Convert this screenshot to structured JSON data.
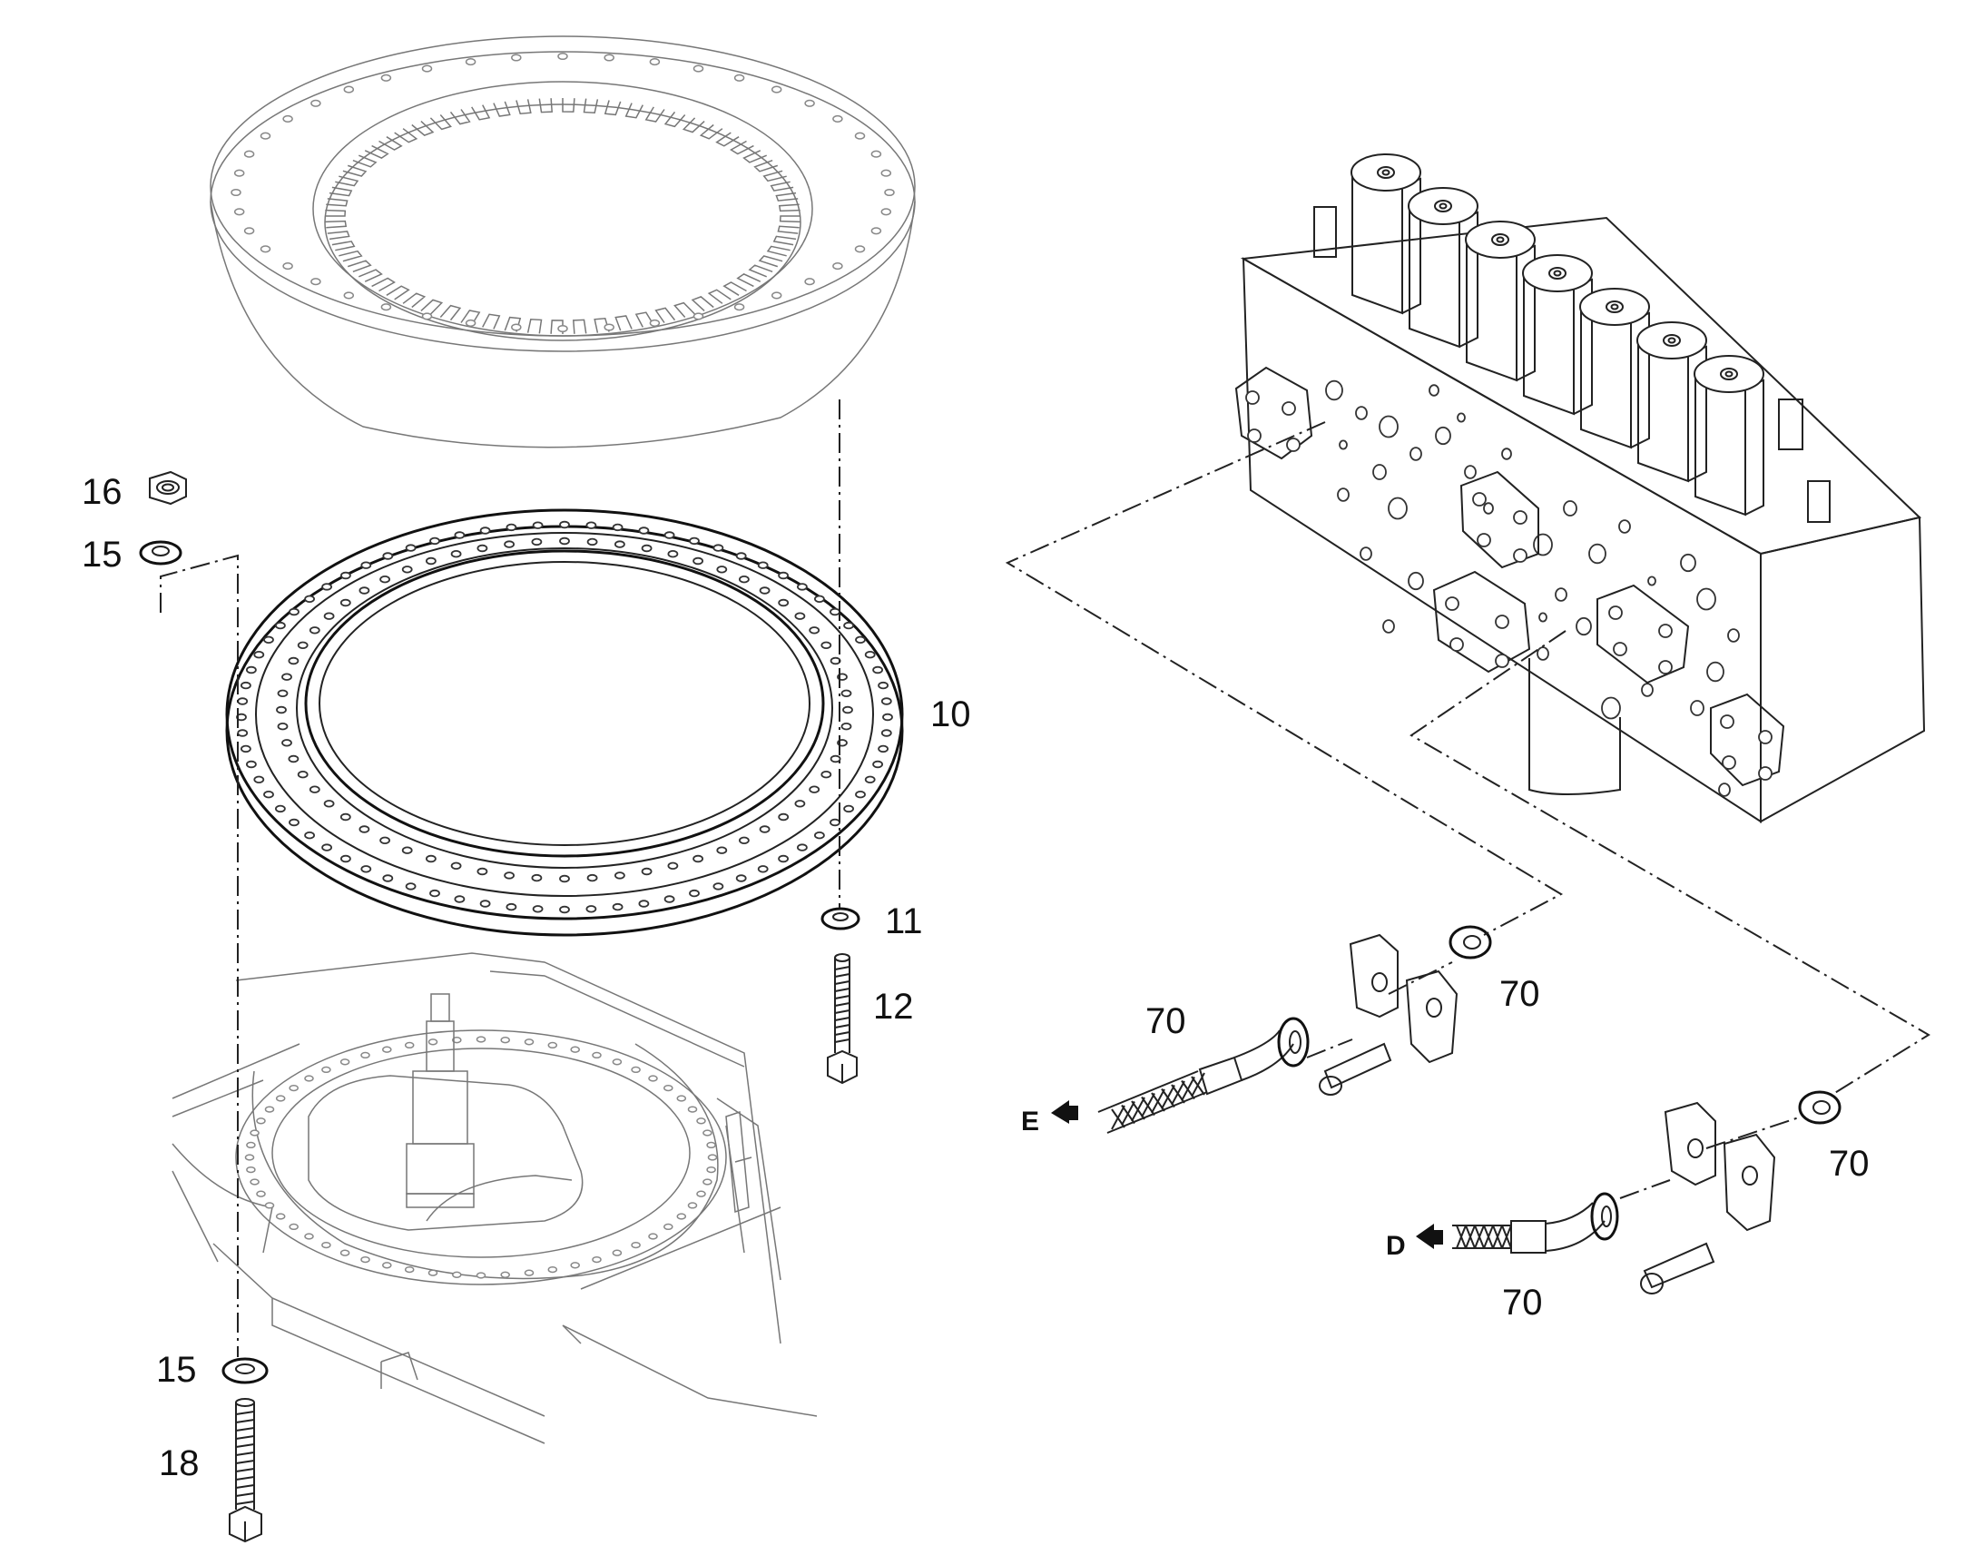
{
  "callouts": {
    "c16": "16",
    "c15_top": "15",
    "c10": "10",
    "c11": "11",
    "c12": "12",
    "c15_bottom": "15",
    "c18": "18",
    "c70_hose_e": "70",
    "c70_seal_upper": "70",
    "c70_seal_lower": "70",
    "c70_hose_d": "70"
  },
  "connections": {
    "e": "E",
    "d": "D"
  }
}
